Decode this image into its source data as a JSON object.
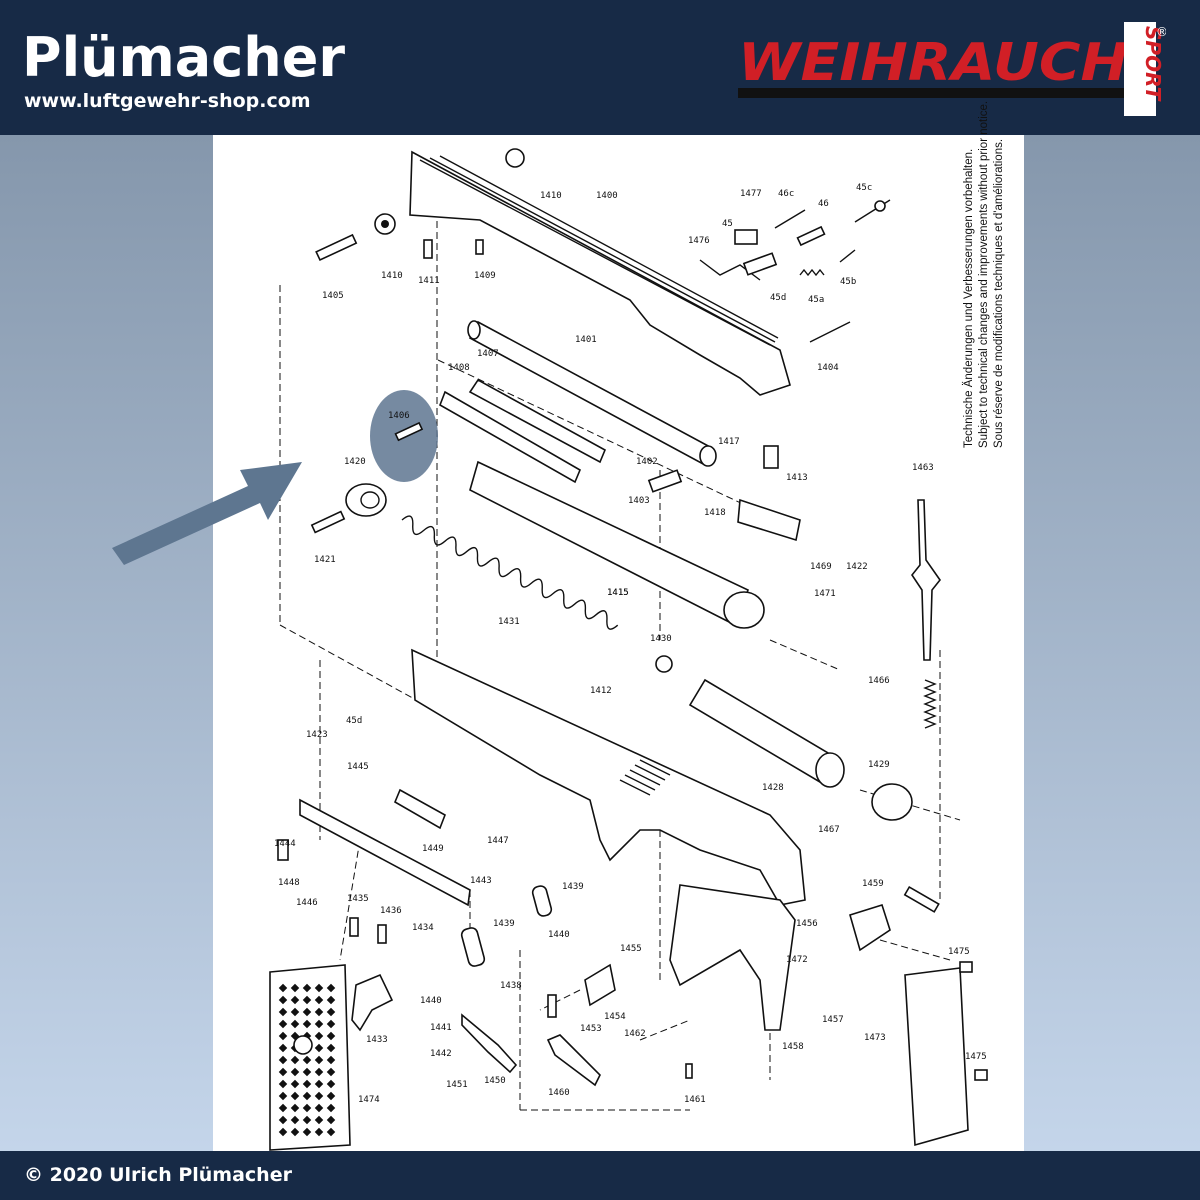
{
  "header": {
    "title": "Plümacher",
    "url": "www.luftgewehr-shop.com",
    "logo_text": "WEIHRAUCH",
    "logo_sub": "SPORT",
    "logo_mark": "®"
  },
  "colors": {
    "header_bg": "#172a46",
    "logo_red": "#d11f26",
    "arrow": "#5e7690",
    "highlight": "#5e7690"
  },
  "notice": [
    "Technische Änderungen und Verbesserungen vorbehalten.",
    "Subject to technical changes and improvements without prior notice.",
    "Sous réserve de modifications techniques et d'améliorations."
  ],
  "highlight_part": "1406",
  "parts": [
    "1410",
    "1400",
    "1477",
    "46c",
    "45c",
    "1476",
    "45",
    "46",
    "45b",
    "45a",
    "45d",
    "1410",
    "1405",
    "1411",
    "1409",
    "1404",
    "1401",
    "1407",
    "1408",
    "1406",
    "1420",
    "1421",
    "1402",
    "1417",
    "1415",
    "1413",
    "1403",
    "1418",
    "1463",
    "1469",
    "1422",
    "1471",
    "1415",
    "1431",
    "1430",
    "1466",
    "1412",
    "1423",
    "45d",
    "1428",
    "1429",
    "1445",
    "1467",
    "1447",
    "1444",
    "1449",
    "1448",
    "1443",
    "1446",
    "1435",
    "1436",
    "1434",
    "1439",
    "1439",
    "1440",
    "1459",
    "1456",
    "1475",
    "1455",
    "1472",
    "1440",
    "1438",
    "1454",
    "1457",
    "1441",
    "1453",
    "1462",
    "1473",
    "1433",
    "1442",
    "1458",
    "1451",
    "1450",
    "1460",
    "1475",
    "1461",
    "1474"
  ],
  "footer": {
    "copyright": "© 2020 Ulrich Plümacher"
  }
}
